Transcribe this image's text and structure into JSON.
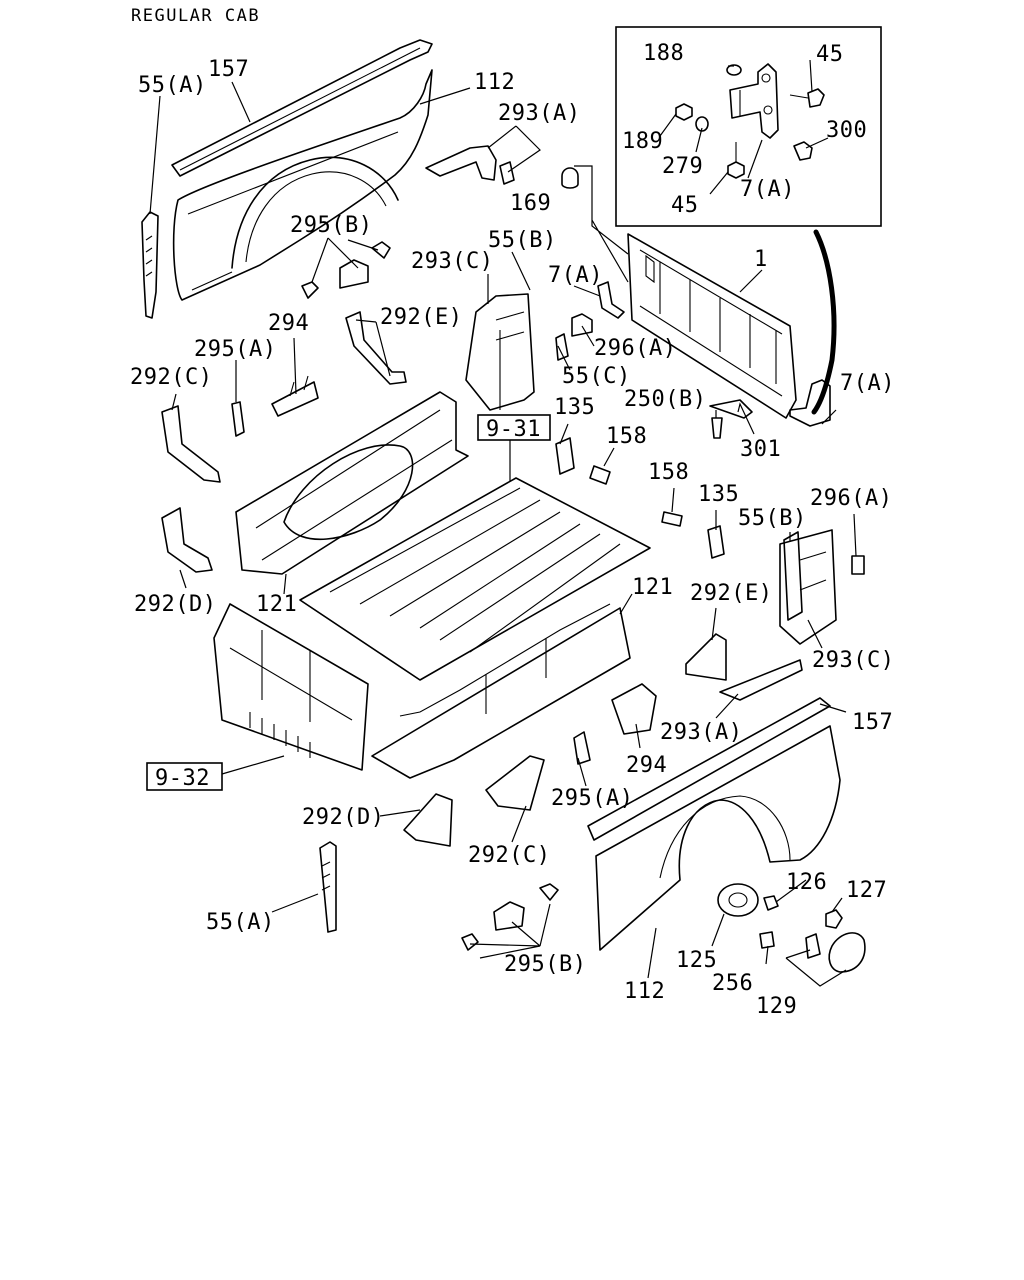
{
  "header": "REGULAR CAB",
  "refs": [
    "9-31",
    "9-32"
  ],
  "labels": {
    "l55a_1": "55(A)",
    "l157_1": "157",
    "l112_1": "112",
    "l293a_1": "293(A)",
    "l188": "188",
    "l45_1": "45",
    "l189": "189",
    "l279": "279",
    "l300": "300",
    "l7a_box": "7(A)",
    "l45_2": "45",
    "l169": "169",
    "l295b_1": "295(B)",
    "l55b_1": "55(B)",
    "l293c_1": "293(C)",
    "l7a_2": "7(A)",
    "l1": "1",
    "l294_1": "294",
    "l292e_1": "292(E)",
    "l296a_1": "296(A)",
    "l295a_1": "295(A)",
    "l55c": "55(C)",
    "l292c_1": "292(C)",
    "l250b": "250(B)",
    "l7a_3": "7(A)",
    "l135_1": "135",
    "l158_1": "158",
    "l301": "301",
    "l158_2": "158",
    "l135_2": "135",
    "l296a_2": "296(A)",
    "l55b_2": "55(B)",
    "l292d_1": "292(D)",
    "l121_1": "121",
    "l121_2": "121",
    "l292e_2": "292(E)",
    "l293c_2": "293(C)",
    "l157_2": "157",
    "l293a_2": "293(A)",
    "l294_2": "294",
    "l295a_2": "295(A)",
    "l292d_2": "292(D)",
    "l292c_2": "292(C)",
    "l126": "126",
    "l127": "127",
    "l55a_2": "55(A)",
    "l295b_2": "295(B)",
    "l125": "125",
    "l256": "256",
    "l112_2": "112",
    "l129": "129"
  }
}
